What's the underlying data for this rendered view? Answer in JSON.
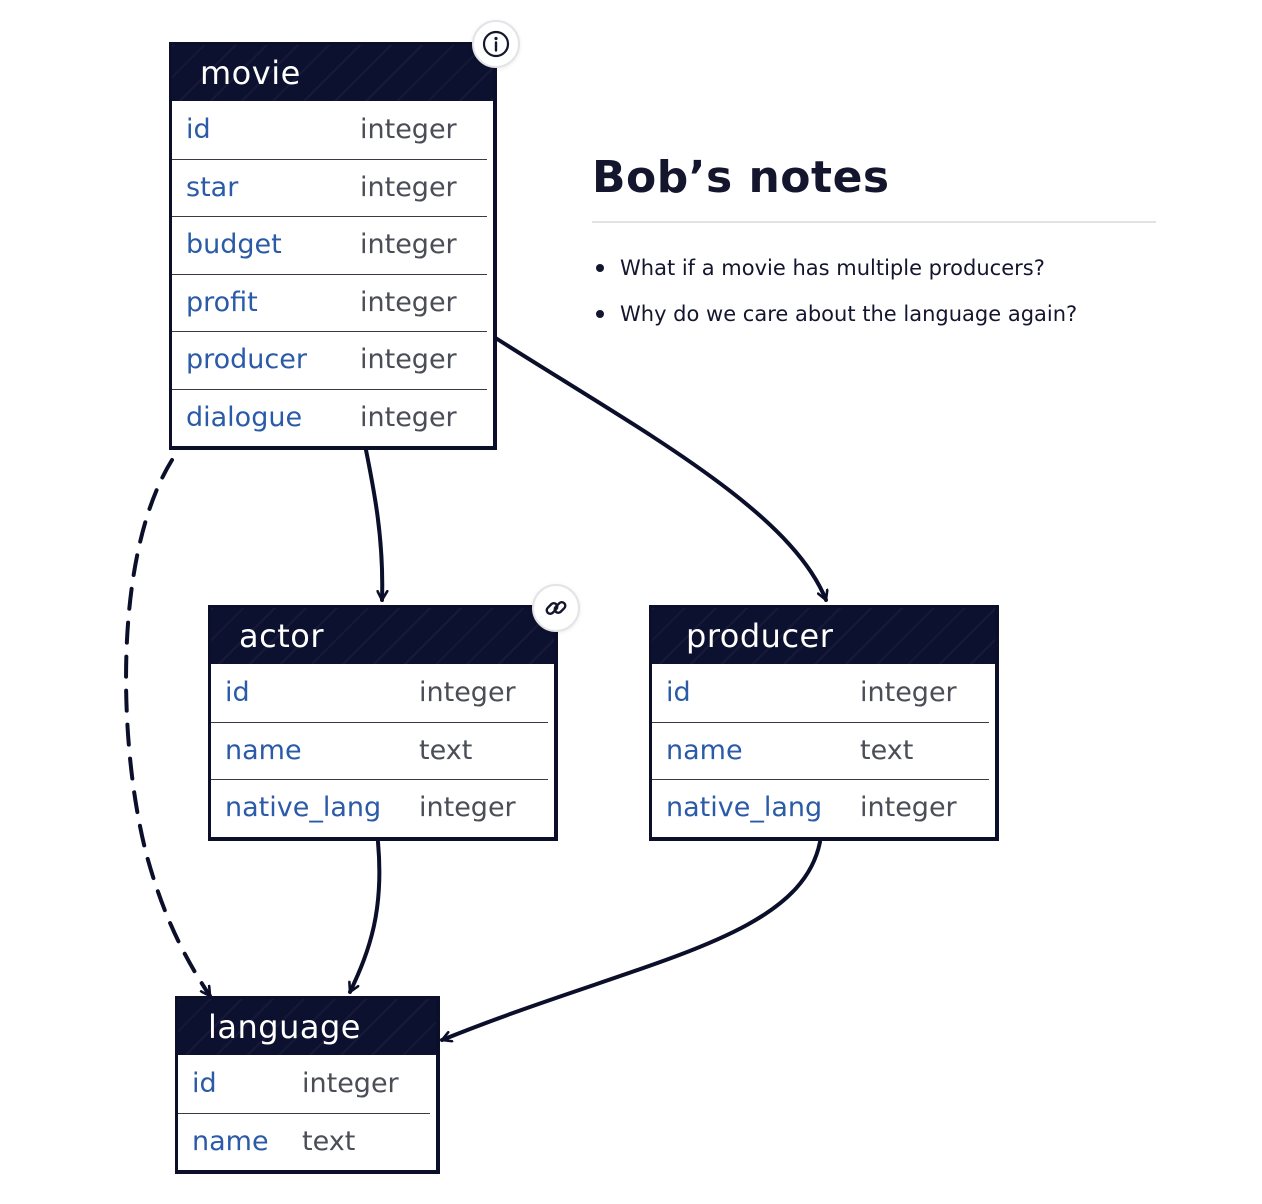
{
  "colors": {
    "header_bg": "#0d1130",
    "edge": "#0b0f2a",
    "column_name": "#2a5aa8",
    "column_type": "#4b4d57"
  },
  "tables": {
    "movie": {
      "title": "movie",
      "columns": [
        {
          "name": "id",
          "type": "integer"
        },
        {
          "name": "star",
          "type": "integer"
        },
        {
          "name": "budget",
          "type": "integer"
        },
        {
          "name": "profit",
          "type": "integer"
        },
        {
          "name": "producer",
          "type": "integer"
        },
        {
          "name": "dialogue",
          "type": "integer"
        }
      ],
      "badge_icon": "info-icon"
    },
    "actor": {
      "title": "actor",
      "columns": [
        {
          "name": "id",
          "type": "integer"
        },
        {
          "name": "name",
          "type": "text"
        },
        {
          "name": "native_lang",
          "type": "integer"
        }
      ],
      "badge_icon": "link-icon"
    },
    "producer": {
      "title": "producer",
      "columns": [
        {
          "name": "id",
          "type": "integer"
        },
        {
          "name": "name",
          "type": "text"
        },
        {
          "name": "native_lang",
          "type": "integer"
        }
      ]
    },
    "language": {
      "title": "language",
      "columns": [
        {
          "name": "id",
          "type": "integer"
        },
        {
          "name": "name",
          "type": "text"
        }
      ]
    }
  },
  "relationships": [
    {
      "from": "movie",
      "to": "actor",
      "style": "solid"
    },
    {
      "from": "movie.producer",
      "to": "producer",
      "style": "solid"
    },
    {
      "from": "movie",
      "to": "language",
      "style": "dashed"
    },
    {
      "from": "actor.native_lang",
      "to": "language",
      "style": "solid"
    },
    {
      "from": "producer.native_lang",
      "to": "language",
      "style": "solid"
    }
  ],
  "notes": {
    "title": "Bob’s notes",
    "items": [
      "What if a movie has multiple producers?",
      "Why do we care about the language again?"
    ]
  }
}
